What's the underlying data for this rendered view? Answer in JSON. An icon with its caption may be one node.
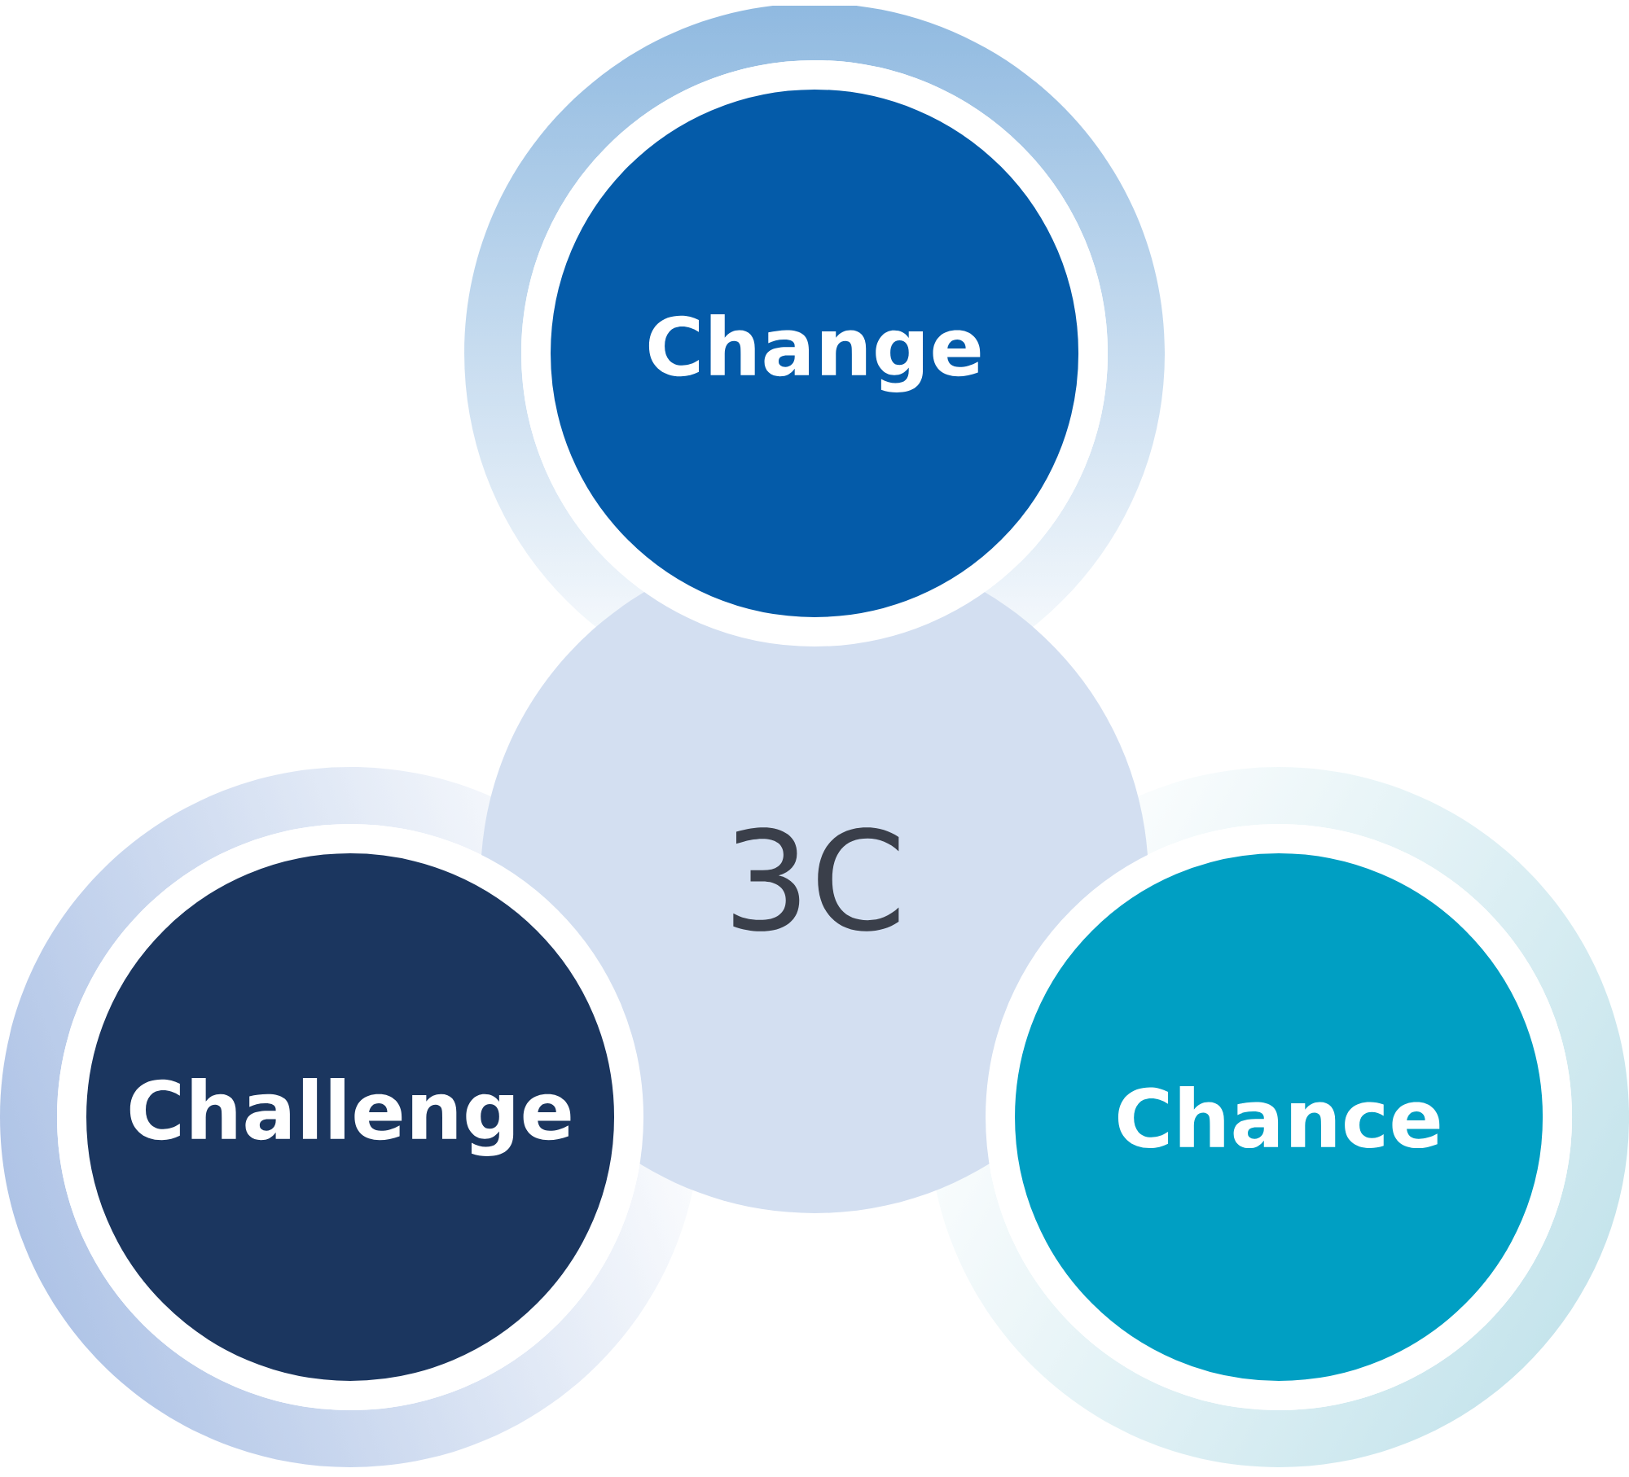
{
  "diagram": {
    "nodes": [
      {
        "text": [
          "Change"
        ]
      },
      {
        "text": [
          "3C"
        ]
      },
      {
        "text": [
          "Challenge"
        ]
      },
      {
        "text": [
          "Chance"
        ]
      }
    ]
  }
}
